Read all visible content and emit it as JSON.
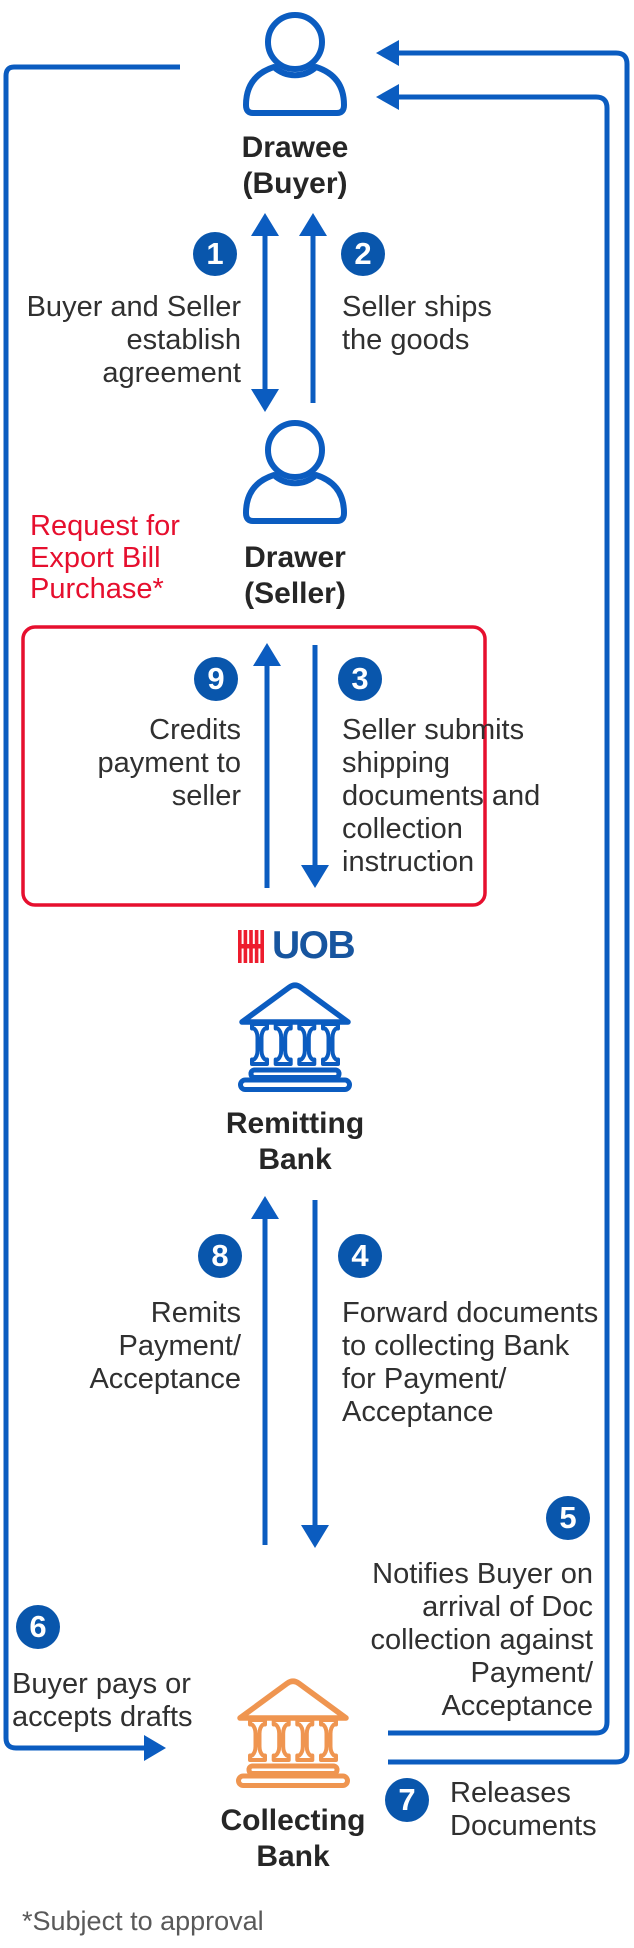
{
  "colors": {
    "line_blue": "#0b5cc0",
    "circle_blue": "#0956ac",
    "icon_blue": "#0b5cc0",
    "bank_orange": "#ef9550",
    "uob_red": "#ed1c2d",
    "note_red": "#e60f2e",
    "text_dark": "#303030",
    "text_gray": "#595959"
  },
  "actors": {
    "drawee": {
      "l1": "Drawee",
      "l2": "(Buyer)",
      "label": "Drawee\n(Buyer)"
    },
    "drawer": {
      "l1": "Drawer",
      "l2": "(Seller)",
      "label": "Drawer\n(Seller)"
    },
    "remitting_bank": {
      "label": "Remitting\nBank"
    },
    "collecting_bank": {
      "label": "Collecting\nBank"
    }
  },
  "uob_logo": {
    "text": "UOB"
  },
  "red_note": {
    "text": "Request for\nExport Bill\nPurchase*"
  },
  "steps": [
    {
      "n": "1",
      "text": "Buyer and Seller\nestablish\nagreement"
    },
    {
      "n": "2",
      "text": "Seller ships\nthe goods"
    },
    {
      "n": "3",
      "text": "Seller submits\nshipping\ndocuments and\ncollection\ninstruction"
    },
    {
      "n": "4",
      "text": "Forward documents\nto collecting Bank\nfor Payment/\nAcceptance"
    },
    {
      "n": "5",
      "text": "Notifies Buyer on\narrival of Doc\ncollection against\nPayment/\nAcceptance"
    },
    {
      "n": "6",
      "text": "Buyer pays or\naccepts drafts"
    },
    {
      "n": "7",
      "text": "Releases\nDocuments"
    },
    {
      "n": "8",
      "text": "Remits\nPayment/\nAcceptance"
    },
    {
      "n": "9",
      "text": "Credits\npayment to\nseller"
    }
  ],
  "footnote": {
    "text": "*Subject to approval"
  }
}
